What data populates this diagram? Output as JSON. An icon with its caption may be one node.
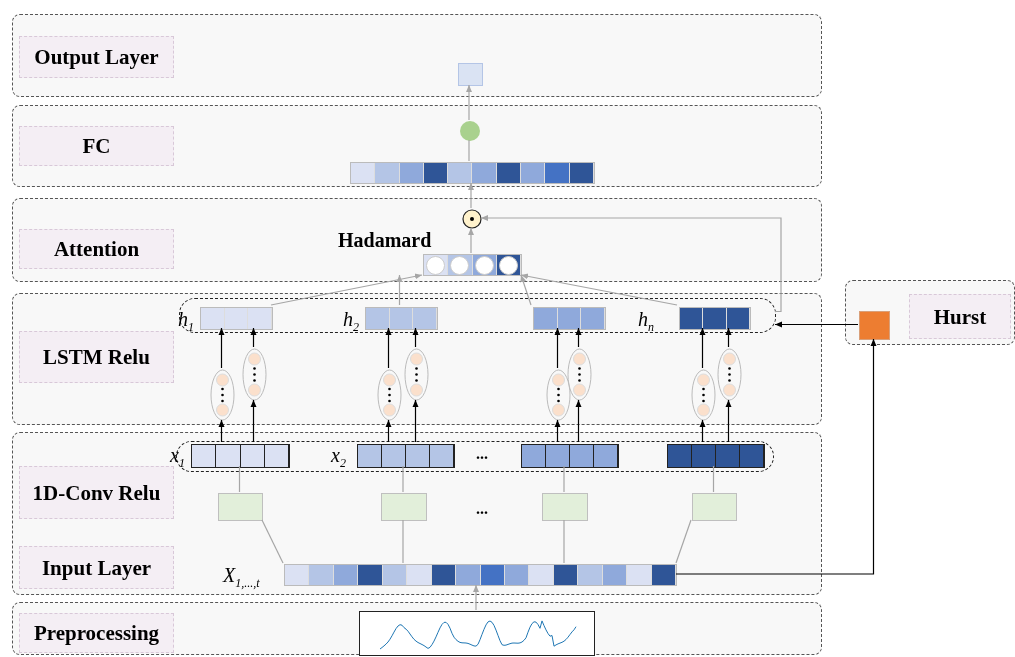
{
  "diagram": {
    "nodes": [
      {
        "text": [],
        "shape": "box"
      },
      {
        "text": [
          "Output Layer"
        ],
        "in": 0
      },
      {
        "text": [],
        "shape": "box",
        "in": 0
      },
      {
        "text": [],
        "shape": "box"
      },
      {
        "text": [
          "FC"
        ],
        "in": 3
      },
      {
        "text": [],
        "shape": "circle",
        "in": 3
      },
      {
        "text": [],
        "shape": "bar",
        "in": 3
      },
      {
        "text": [],
        "shape": "box"
      },
      {
        "text": [
          "Attention"
        ],
        "in": 7
      },
      {
        "text": [],
        "shape": "circle",
        "in": 7
      },
      {
        "text": [],
        "shape": "bar",
        "in": 7,
        "beside": [
          "Hadamard"
        ]
      },
      {
        "text": [],
        "shape": "box"
      },
      {
        "text": [
          "LSTM Relu"
        ],
        "in": 11
      },
      {
        "text": [],
        "shape": "box",
        "in": 11
      },
      {
        "text": [],
        "shape": "bar",
        "in": 13,
        "beside": [
          "h$_{1}$"
        ]
      },
      {
        "text": [],
        "shape": "bar",
        "in": 13,
        "beside": [
          "h$_{2}$"
        ]
      },
      {
        "text": [],
        "shape": "bar",
        "in": 13
      },
      {
        "text": [],
        "shape": "bar",
        "in": 13,
        "beside": [
          "h$_{n}$"
        ]
      },
      {
        "text": [],
        "shape": "ellipse",
        "in": 11
      },
      {
        "text": [],
        "shape": "ellipse",
        "in": 11
      },
      {
        "text": [],
        "shape": "ellipse",
        "in": 11
      },
      {
        "text": [],
        "shape": "ellipse",
        "in": 11
      },
      {
        "text": [],
        "shape": "ellipse",
        "in": 11
      },
      {
        "text": [],
        "shape": "ellipse",
        "in": 11
      },
      {
        "text": [],
        "shape": "ellipse",
        "in": 11
      },
      {
        "text": [],
        "shape": "ellipse",
        "in": 11
      },
      {
        "text": [],
        "shape": "box"
      },
      {
        "text": [
          "1D-Conv Relu"
        ],
        "in": 26
      },
      {
        "text": [
          "Input Layer"
        ],
        "in": 26
      },
      {
        "text": [],
        "shape": "box",
        "in": 26
      },
      {
        "text": [],
        "shape": "bar",
        "in": 29,
        "beside": [
          "x$_{1}$"
        ]
      },
      {
        "text": [],
        "shape": "bar",
        "in": 29,
        "beside": [
          "x$_{2}$"
        ]
      },
      {
        "text": [],
        "shape": "bar",
        "in": 29
      },
      {
        "text": [],
        "shape": "bar",
        "in": 29
      },
      {
        "text": [],
        "shape": "box",
        "in": 26
      },
      {
        "text": [],
        "shape": "box",
        "in": 26
      },
      {
        "text": [],
        "shape": "box",
        "in": 26
      },
      {
        "text": [],
        "shape": "box",
        "in": 26
      },
      {
        "text": [],
        "shape": "bar",
        "in": 26,
        "beside": [
          "X$_{1,...,t}$"
        ]
      },
      {
        "text": [],
        "shape": "box"
      },
      {
        "text": [
          "Preprocessing"
        ],
        "in": 39
      },
      {
        "text": [],
        "shape": "picture",
        "in": 39
      },
      {
        "text": [],
        "shape": "box"
      },
      {
        "text": [
          "Hurst"
        ],
        "in": 42
      },
      {
        "text": [],
        "shape": "box",
        "in": 42
      }
    ],
    "edges": [
      {
        "from": 41,
        "to": 38,
        "arrow": "to"
      },
      {
        "from": 38,
        "to": 34,
        "arrow": "none"
      },
      {
        "from": 38,
        "to": 35,
        "arrow": "none"
      },
      {
        "from": 38,
        "to": 36,
        "arrow": "none"
      },
      {
        "from": 38,
        "to": 37,
        "arrow": "none"
      },
      {
        "from": 34,
        "to": 30,
        "arrow": "none"
      },
      {
        "from": 35,
        "to": 31,
        "arrow": "none"
      },
      {
        "from": 36,
        "to": 32,
        "arrow": "none"
      },
      {
        "from": 37,
        "to": 33,
        "arrow": "none"
      },
      {
        "from": 30,
        "to": 18,
        "arrow": "to",
        "color": "#000000"
      },
      {
        "from": 30,
        "to": 19,
        "arrow": "to",
        "color": "#000000"
      },
      {
        "from": 31,
        "to": 20,
        "arrow": "to",
        "color": "#000000"
      },
      {
        "from": 31,
        "to": 21,
        "arrow": "to",
        "color": "#000000"
      },
      {
        "from": 32,
        "to": 22,
        "arrow": "to",
        "color": "#000000"
      },
      {
        "from": 32,
        "to": 23,
        "arrow": "to",
        "color": "#000000"
      },
      {
        "from": 33,
        "to": 24,
        "arrow": "to",
        "color": "#000000"
      },
      {
        "from": 33,
        "to": 25,
        "arrow": "to",
        "color": "#000000"
      },
      {
        "from": 18,
        "to": 14,
        "arrow": "to",
        "color": "#000000"
      },
      {
        "from": 19,
        "to": 14,
        "arrow": "to",
        "color": "#000000"
      },
      {
        "from": 20,
        "to": 15,
        "arrow": "to",
        "color": "#000000"
      },
      {
        "from": 21,
        "to": 15,
        "arrow": "to",
        "color": "#000000"
      },
      {
        "from": 22,
        "to": 16,
        "arrow": "to",
        "color": "#000000"
      },
      {
        "from": 23,
        "to": 16,
        "arrow": "to",
        "color": "#000000"
      },
      {
        "from": 24,
        "to": 17,
        "arrow": "to",
        "color": "#000000"
      },
      {
        "from": 25,
        "to": 17,
        "arrow": "to",
        "color": "#000000"
      },
      {
        "from": 14,
        "to": 10,
        "arrow": "to"
      },
      {
        "from": 15,
        "to": 10,
        "arrow": "to"
      },
      {
        "from": 16,
        "to": 10,
        "arrow": "to"
      },
      {
        "from": 17,
        "to": 10,
        "arrow": "to"
      },
      {
        "from": 10,
        "to": 9,
        "arrow": "to"
      },
      {
        "from": 9,
        "to": 6,
        "arrow": "to"
      },
      {
        "from": 6,
        "to": 5,
        "arrow": "none"
      },
      {
        "from": 5,
        "to": 2,
        "arrow": "to"
      },
      {
        "from": 38,
        "to": 44,
        "arrow": "to",
        "color": "#000000"
      },
      {
        "from": 44,
        "to": 13,
        "arrow": "to",
        "color": "#000000"
      },
      {
        "from": 13,
        "to": 9,
        "arrow": "to"
      }
    ],
    "labels": [
      "...",
      "..."
    ]
  }
}
